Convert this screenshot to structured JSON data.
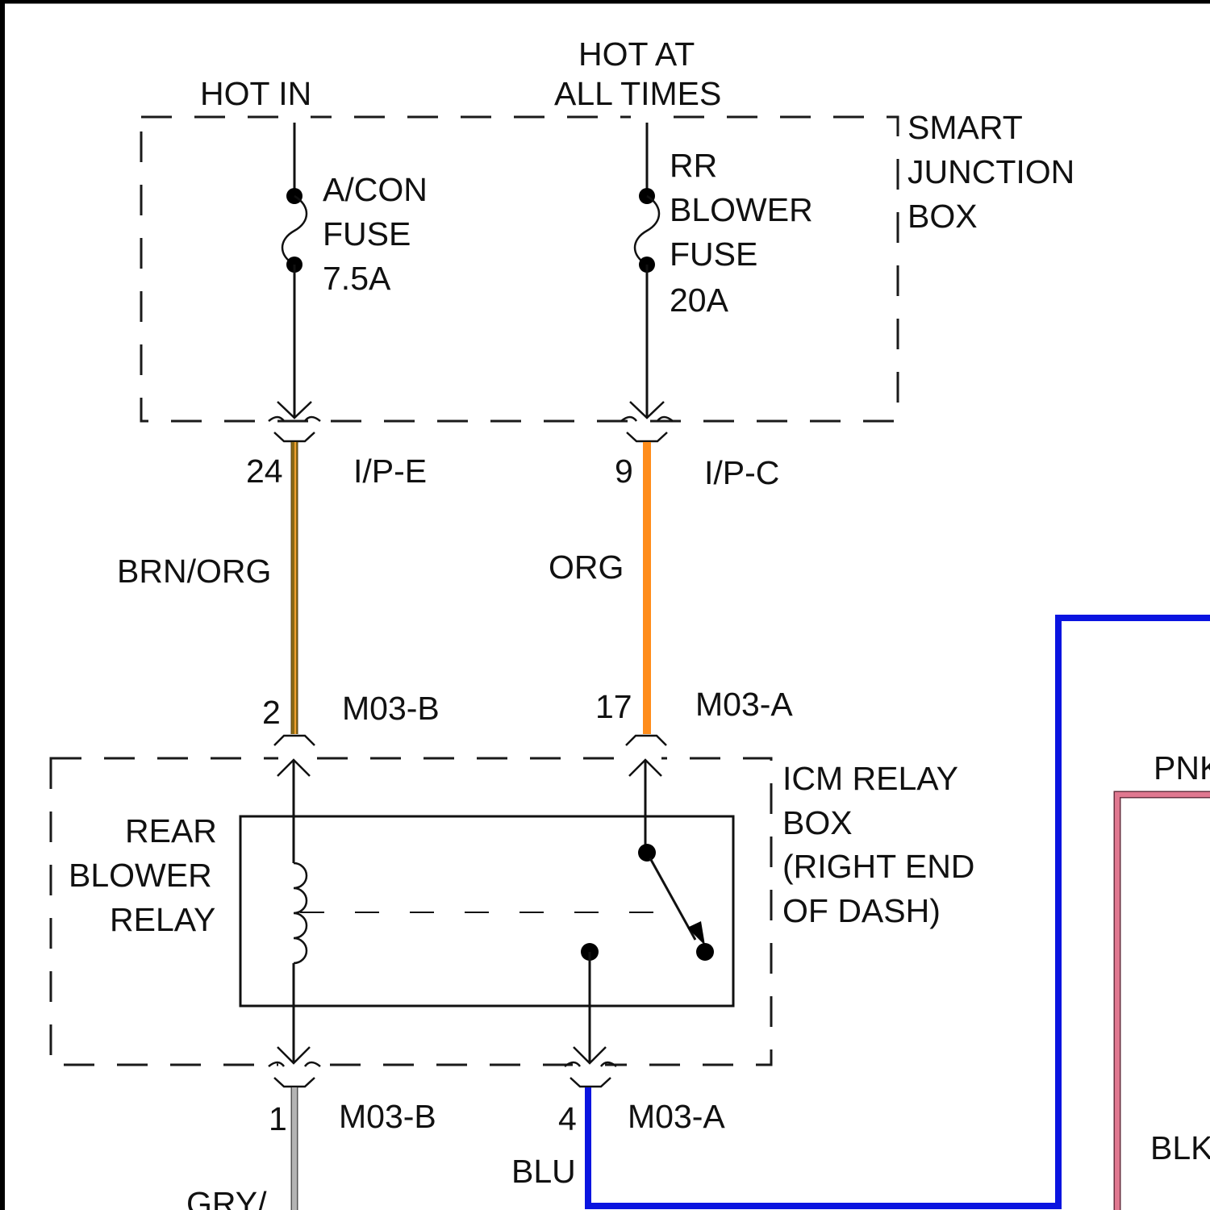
{
  "labels": {
    "hot_in": "HOT IN",
    "hot_at_all_times_1": "HOT AT",
    "hot_at_all_times_2": "ALL TIMES",
    "smart_junction_box": [
      "SMART",
      "JUNCTION",
      "BOX"
    ],
    "acon_fuse": [
      "A/CON",
      "FUSE",
      "7.5A"
    ],
    "rr_blower_fuse": [
      "RR",
      "BLOWER",
      "FUSE",
      "20A"
    ],
    "icm_relay_box": [
      "ICM RELAY",
      "BOX",
      "(RIGHT END",
      "OF DASH)"
    ],
    "rear_blower_relay": [
      "REAR",
      "BLOWER",
      "RELAY"
    ]
  },
  "connectors": {
    "ipe_pin": "24",
    "ipe_name": "I/P-E",
    "ipc_pin": "9",
    "ipc_name": "I/P-C",
    "m03b_top_pin": "2",
    "m03b_top_name": "M03-B",
    "m03a_top_pin": "17",
    "m03a_top_name": "M03-A",
    "m03b_bottom_pin": "1",
    "m03b_bottom_name": "M03-B",
    "m03a_bottom_pin": "4",
    "m03a_bottom_name": "M03-A"
  },
  "wires": {
    "brn_org": {
      "label": "BRN/ORG",
      "color": "#8B6914",
      "stripe": "#F0A030"
    },
    "org": {
      "label": "ORG",
      "color": "#FF8C1A"
    },
    "blu": {
      "label": "BLU",
      "color": "#0A14E0"
    },
    "gry": {
      "label": "GRY/",
      "color": "#B4B4B4"
    },
    "pnk": {
      "label": "PNK",
      "color": "#E07890"
    },
    "blk": {
      "label": "BLK"
    }
  }
}
